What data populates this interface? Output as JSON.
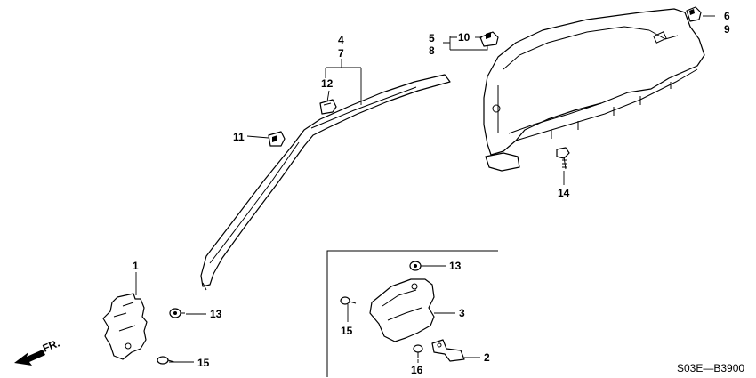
{
  "callouts": {
    "c1": "1",
    "c2": "2",
    "c3": "3",
    "c4": "4",
    "c5": "5",
    "c6": "6",
    "c7": "7",
    "c8": "8",
    "c9": "9",
    "c10": "10",
    "c11": "11",
    "c12": "12",
    "c13a": "13",
    "c13b": "13",
    "c14": "14",
    "c15a": "15",
    "c15b": "15",
    "c16": "16"
  },
  "front_label": "FR.",
  "diagram_code": "S03E—B3900"
}
